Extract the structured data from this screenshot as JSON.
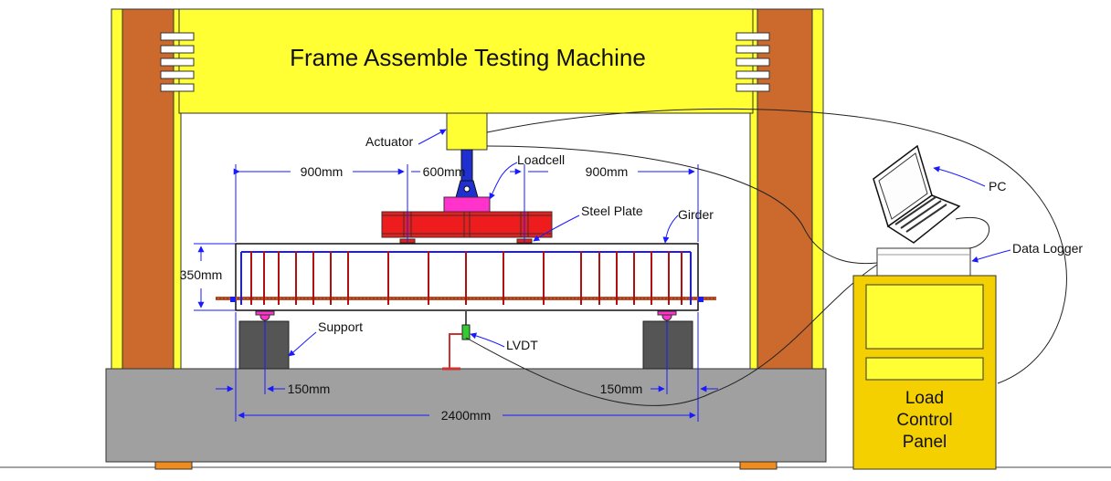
{
  "title": "Frame Assemble Testing Machine",
  "labels": {
    "actuator": "Actuator",
    "loadcell": "Loadcell",
    "steel_plate": "Steel Plate",
    "girder": "Girder",
    "support": "Support",
    "lvdt": "LVDT",
    "pc": "PC",
    "data_logger": "Data Logger",
    "panel_line1": "Load",
    "panel_line2": "Control",
    "panel_line3": "Panel"
  },
  "dimensions": {
    "left_span": "900mm",
    "middle_span": "600mm",
    "right_span": "900mm",
    "height": "350mm",
    "left_overhang": "150mm",
    "right_overhang": "150mm",
    "total_length": "2400mm"
  },
  "colors": {
    "frame_yellow": "#ffff33",
    "column_brown": "#cc6a2e",
    "base_gray": "#a0a0a0",
    "steel_plate_red": "#ee1c1c",
    "loadcell_magenta": "#ff33cc",
    "rebar_red": "#b01010",
    "dimension_blue": "#1a1aff",
    "panel_yellow": "#f5d000"
  }
}
